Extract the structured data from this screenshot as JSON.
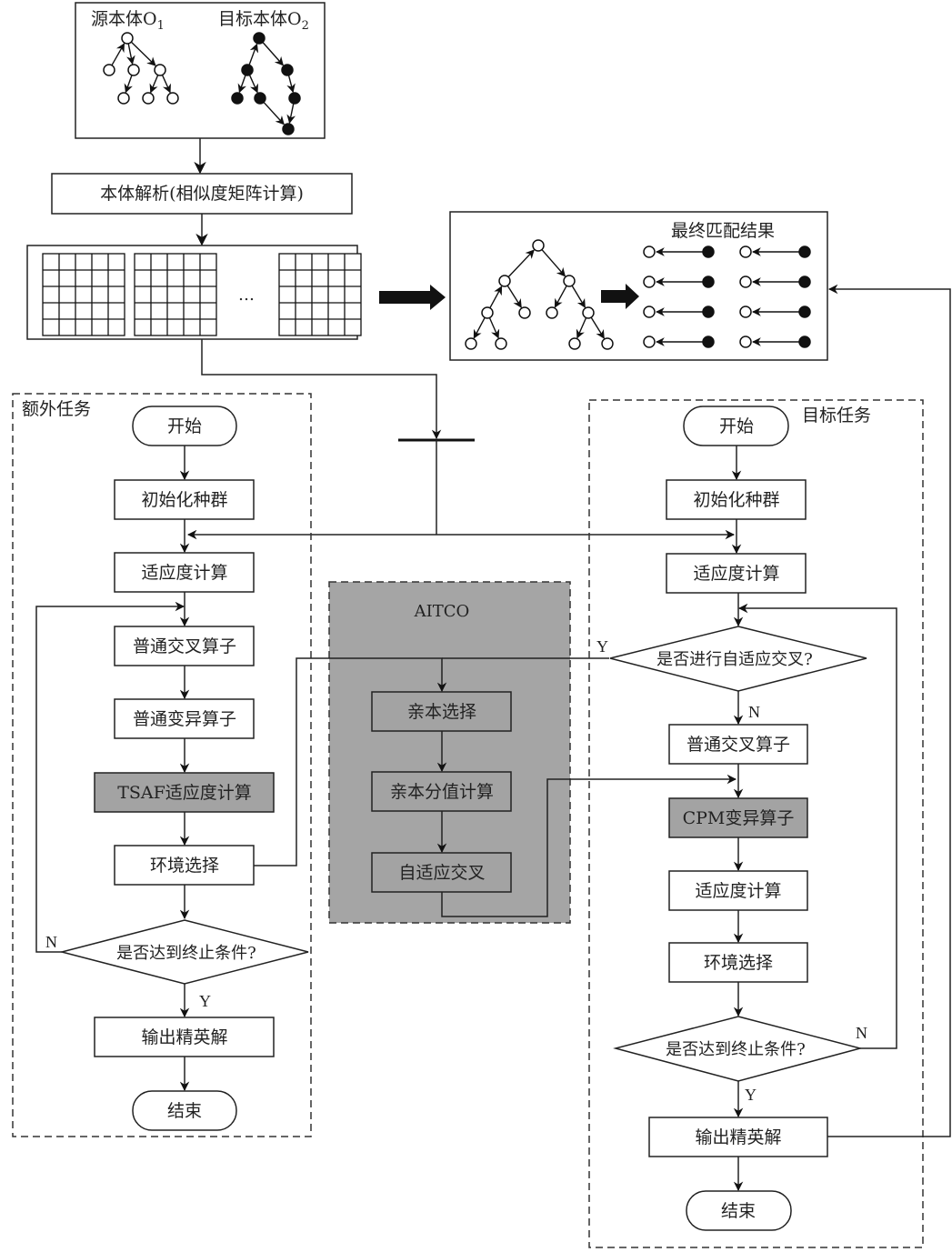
{
  "ontologies": {
    "source_label": "源本体O",
    "source_sub": "1",
    "target_label": "目标本体O",
    "target_sub": "2"
  },
  "parse_step": "本体解析(相似度矩阵计算)",
  "matrix_ellipsis": "…",
  "final_result": {
    "title": "最终匹配结果",
    "pair_rows": 4,
    "pair_cols": 2
  },
  "extra_task": {
    "title": "额外任务",
    "steps": {
      "start": "开始",
      "init": "初始化种群",
      "fitness": "适应度计算",
      "crossover": "普通交叉算子",
      "mutation": "普通变异算子",
      "tsaf": "TSAF适应度计算",
      "env_select": "环境选择",
      "terminate": "是否达到终止条件?",
      "output": "输出精英解",
      "end": "结束"
    },
    "yes": "Y",
    "no": "N"
  },
  "aitco": {
    "title": "AITCO",
    "steps": {
      "parent_select": "亲本选择",
      "parent_score": "亲本分值计算",
      "adaptive_cross": "自适应交叉"
    }
  },
  "target_task": {
    "title": "目标任务",
    "steps": {
      "start": "开始",
      "init": "初始化种群",
      "fitness": "适应度计算",
      "adaptive_q": "是否进行自适应交叉?",
      "crossover": "普通交叉算子",
      "cpm": "CPM变异算子",
      "fitness2": "适应度计算",
      "env_select": "环境选择",
      "terminate": "是否达到终止条件?",
      "output": "输出精英解",
      "end": "结束"
    },
    "yes": "Y",
    "no": "N"
  },
  "colors": {
    "highlight_box": "#a3a3a3",
    "aitco_bg": "#a5a5a5",
    "line": "#222222"
  }
}
